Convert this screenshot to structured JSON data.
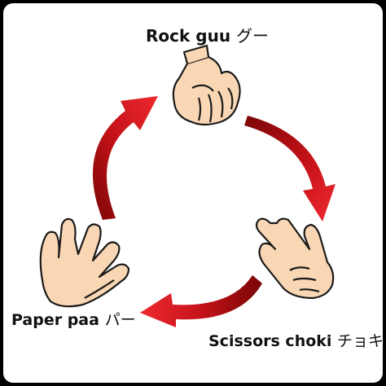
{
  "labels": {
    "rock": {
      "en": "Rock guu",
      "jp": "グー"
    },
    "paper": {
      "en": "Paper paa",
      "jp": "パー"
    },
    "scissors": {
      "en": "Scissors choki",
      "jp": "チョキ"
    }
  },
  "colors": {
    "arrow_dark": "#9e0a0a",
    "arrow_light": "#e8202a",
    "skin": "#fad7b4",
    "outline": "#1a1a1a",
    "background": "#ffffff",
    "border": "#000000"
  },
  "icons": [
    "rock-hand-icon",
    "paper-hand-icon",
    "scissors-hand-icon",
    "cycle-arrow-icon"
  ]
}
